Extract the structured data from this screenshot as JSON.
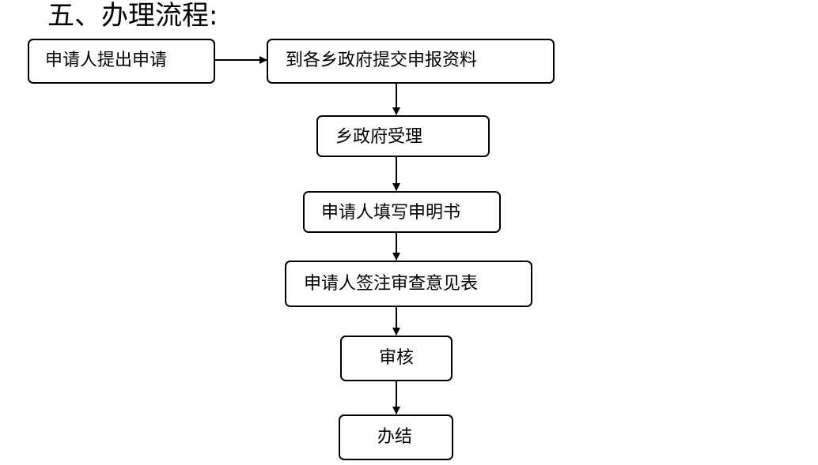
{
  "section_title": "五、办理流程:",
  "flow": {
    "apply": "申请人提出申请",
    "submit": "到各乡政府提交申报资料",
    "accept": "乡政府受理",
    "fill": "申请人填写申明书",
    "sign": "申请人签注审查意见表",
    "review": "审核",
    "complete": "办结"
  }
}
